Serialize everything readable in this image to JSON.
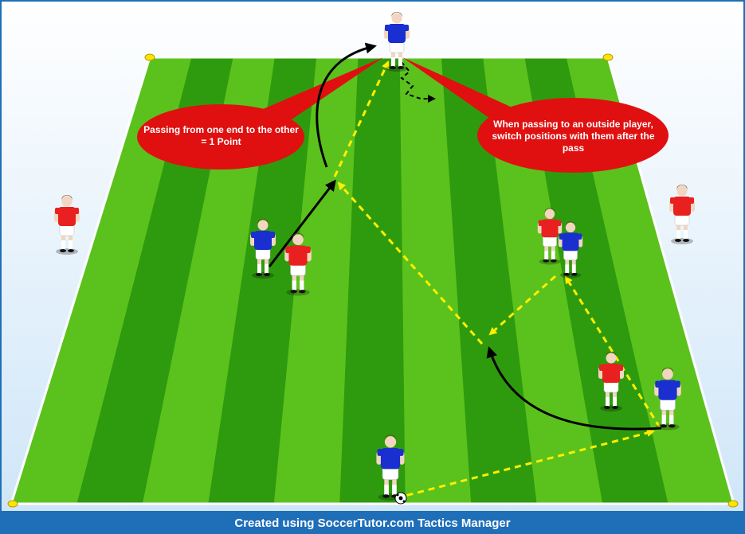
{
  "colors": {
    "background_top": "#ffffff",
    "background_bottom": "#cfe6f8",
    "pitch_dark": "#2e9b0e",
    "pitch_light": "#5bc21d",
    "line": "#ffffff",
    "callout": "#e01010",
    "pass_arrow": "#ffee00",
    "run_arrow": "#000000",
    "team_red": "#e82020",
    "team_blue": "#1a2fd0",
    "footer": "#1f6fb8"
  },
  "callouts": {
    "left": "Passing from one end to the other = 1 Point",
    "right": "When passing to an outside player, switch positions with them after the pass"
  },
  "players": [
    {
      "team": "blue",
      "role": "outside-top"
    },
    {
      "team": "red",
      "role": "outside-left"
    },
    {
      "team": "red",
      "role": "outside-right"
    },
    {
      "team": "blue",
      "role": "midfield-left"
    },
    {
      "team": "red",
      "role": "midfield-left"
    },
    {
      "team": "red",
      "role": "midfield-right"
    },
    {
      "team": "blue",
      "role": "midfield-right"
    },
    {
      "team": "red",
      "role": "bottom-right"
    },
    {
      "team": "blue",
      "role": "bottom-right"
    },
    {
      "team": "blue",
      "role": "bottom-center-with-ball"
    }
  ],
  "footer": {
    "text": "Created using SoccerTutor.com Tactics Manager"
  }
}
